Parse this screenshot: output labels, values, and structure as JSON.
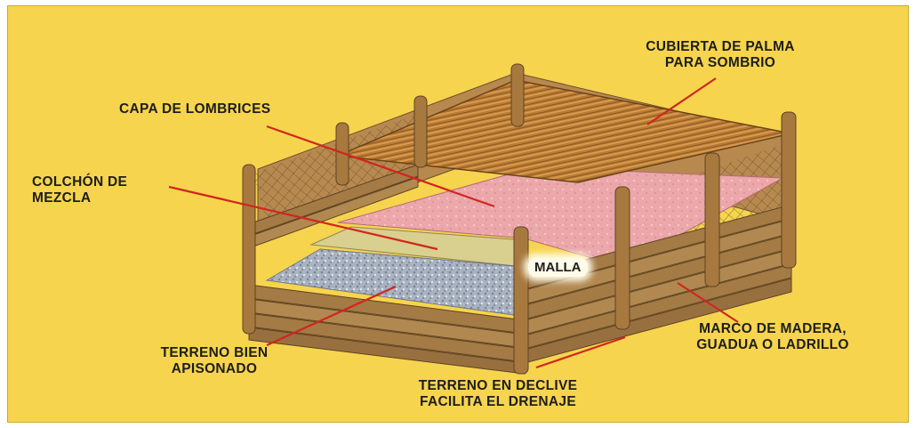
{
  "labels": {
    "cubierta_1": "CUBIERTA DE PALMA",
    "cubierta_2": "PARA SOMBRIO",
    "capa": "CAPA DE LOMBRICES",
    "colchon_1": "COLCHÓN DE",
    "colchon_2": "MEZCLA",
    "malla": "MALLA",
    "marco_1": "MARCO DE MADERA,",
    "marco_2": "GUADUA O LADRILLO",
    "terreno_1": "TERRENO BIEN",
    "terreno_2": "APISONADO",
    "declive_1": "TERRENO EN DECLIVE",
    "declive_2": "FACILITA EL DRENAJE"
  },
  "colors": {
    "background": "#f6d44e",
    "wood": "#a47a45",
    "wood_dark": "#6d4f2a",
    "roof": "#b8772f",
    "worm_layer": "#e9a3a6",
    "mix_layer": "#d8cc8a",
    "ground": "#aeb6c3",
    "leader_line": "#d2251f"
  }
}
